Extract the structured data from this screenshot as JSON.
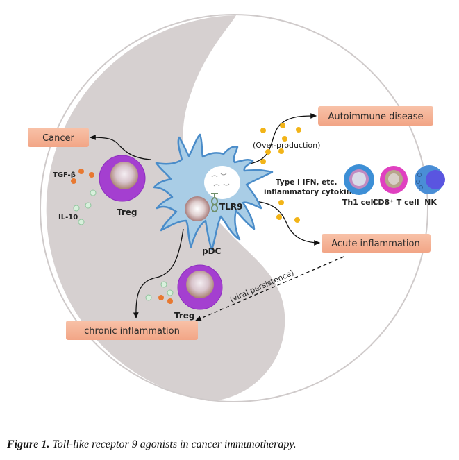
{
  "figure": {
    "caption_number": "Figure 1.",
    "caption_text": " Toll-like receptor 9 agonists in cancer immunotherapy."
  },
  "outcomes": {
    "cancer": "Cancer",
    "autoimmune": "Autoimmune disease",
    "acute": "Acute inflammation",
    "chronic": "chronic inflammation"
  },
  "labels": {
    "tgf_beta": "TGF-β",
    "il10": "IL-10",
    "treg_top": "Treg",
    "treg_bottom": "Treg",
    "pdc": "pDC",
    "tlr9": "TLR9",
    "over_production": "(Over-production)",
    "type1_ifn": "Type Ⅰ IFN, etc.",
    "inflammatory_cytokines": "inflammatory cytokines",
    "viral_persistence": "(viral persistence)"
  },
  "effector_cells": [
    {
      "name": "Th1 cell",
      "ring_color": "#3d8fd6",
      "inner_color": "#c28ac0"
    },
    {
      "name": "CD8⁺ T cell",
      "ring_color": "#e040c0",
      "inner_color": "#b7a58a"
    },
    {
      "name": "NK",
      "ring_color": "#4a8ed6",
      "inner_color": "#5a55e0"
    }
  ],
  "colors": {
    "gray_region": "#d6d0d0",
    "outcome_box": "#f6b396",
    "treg_outer": "#a43fd0",
    "pdc_body": "#a9cde6",
    "pdc_outline": "#4a8cc9",
    "ifn_dot": "#f2b418",
    "tgf_dot": "#e87830",
    "il10_dot": "#d8f0dc"
  }
}
